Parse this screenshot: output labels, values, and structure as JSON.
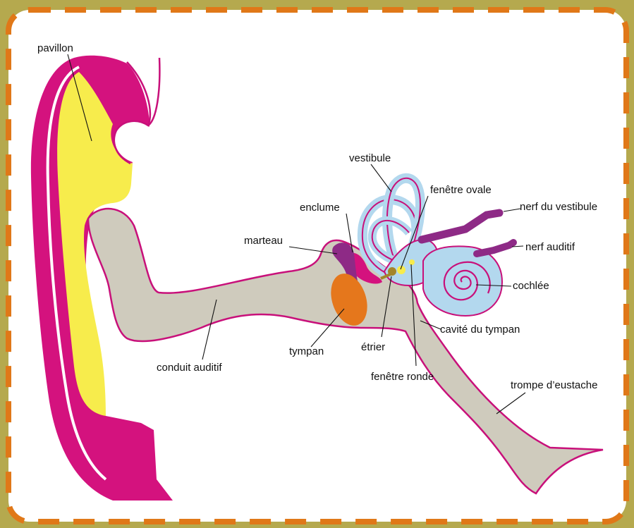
{
  "labels": {
    "pavillon": "pavillon",
    "vestibule": "vestibule",
    "fenetre_ovale": "fenêtre ovale",
    "enclume": "enclume",
    "nerf_vestibule": "nerf du vestibule",
    "marteau": "marteau",
    "nerf_auditif": "nerf auditif",
    "cochlee": "cochlée",
    "cavite_tympan": "cavité du tympan",
    "tympan": "tympan",
    "etrier": "étrier",
    "conduit_auditif": "conduit auditif",
    "fenetre_ronde": "fenêtre ronde",
    "trompe_eustache": "trompe d’eustache"
  },
  "colors": {
    "background": "#b5a94e",
    "panel": "#ffffff",
    "dashed_border": "#e07818",
    "outline": "#c8107a",
    "pinna": "#d4127e",
    "pinna_inner": "#f7ec4c",
    "canal": "#cfcbbd",
    "ossicle_purple": "#8e2a86",
    "eardrum": "#e5771c",
    "inner_ear": "#b3d8ee",
    "nerve": "#8e2a86",
    "stapes": "#a3852a"
  }
}
